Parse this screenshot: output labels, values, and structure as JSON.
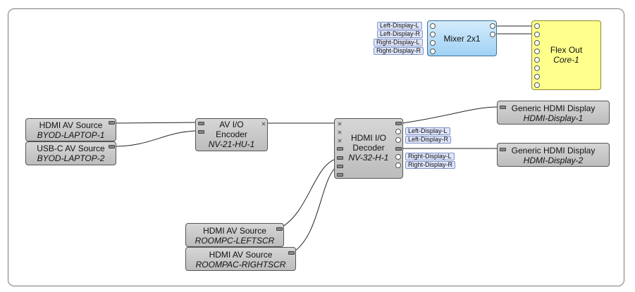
{
  "nodes": {
    "hdmi_src_laptop1": {
      "type": "HDMI AV Source",
      "name": "BYOD-LAPTOP-1"
    },
    "usbc_src_laptop2": {
      "type": "USB-C AV Source",
      "name": "BYOD-LAPTOP-2"
    },
    "encoder": {
      "type1": "AV I/O",
      "type2": "Encoder",
      "name": "NV-21-HU-1"
    },
    "decoder": {
      "type1": "HDMI I/O",
      "type2": "Decoder",
      "name": "NV-32-H-1"
    },
    "display1": {
      "type": "Generic HDMI Display",
      "name": "HDMI-Display-1"
    },
    "display2": {
      "type": "Generic HDMI Display",
      "name": "HDMI-Display-2"
    },
    "mixer": {
      "type": "Mixer 2x1"
    },
    "flexout": {
      "type": "Flex Out",
      "name": "Core-1"
    },
    "roompc_left": {
      "type": "HDMI AV Source",
      "name": "ROOMPC-LEFTSCR"
    },
    "roompc_right": {
      "type": "HDMI AV Source",
      "name": "ROOMPAC-RIGHTSCR"
    }
  },
  "mixer_inputs": [
    "Left-Display-L",
    "Left-Display-R",
    "Right-Display-L",
    "Right-Display-R"
  ],
  "decoder_outputs": {
    "out1": [
      "Left-Display-L",
      "Left-Display-R"
    ],
    "out2": [
      "Right-Display-L",
      "Right-Display-R"
    ]
  }
}
